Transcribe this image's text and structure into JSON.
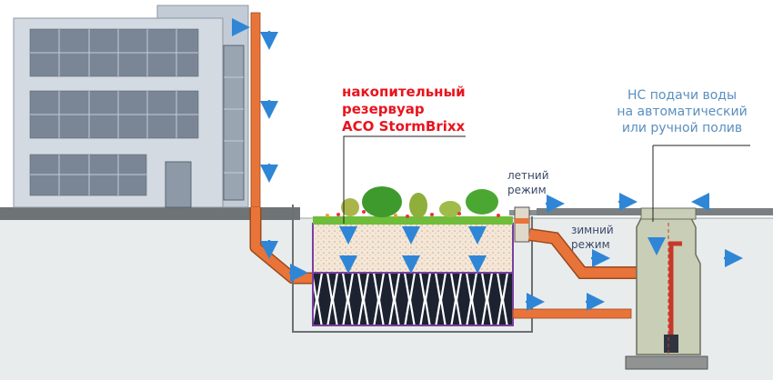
{
  "labels": {
    "reservoir_line1": "накопительный",
    "reservoir_line2": "резервуар",
    "reservoir_line3": "ACO StormBrixx",
    "pump_line1": "НС подачи воды",
    "pump_line2": "на автоматический",
    "pump_line3": "или ручной полив",
    "summer_line1": "летний",
    "summer_line2": "режим",
    "winter_line1": "зимний",
    "winter_line2": "режим"
  },
  "colors": {
    "flow_arrow": "#2f86d6",
    "pipe": "#e8743a",
    "label_red": "#e8141e",
    "label_blue": "#5a8fc0",
    "building": "#c9d3dd",
    "crates": "#1c2230",
    "pump_tank": "#c9cfb6"
  }
}
